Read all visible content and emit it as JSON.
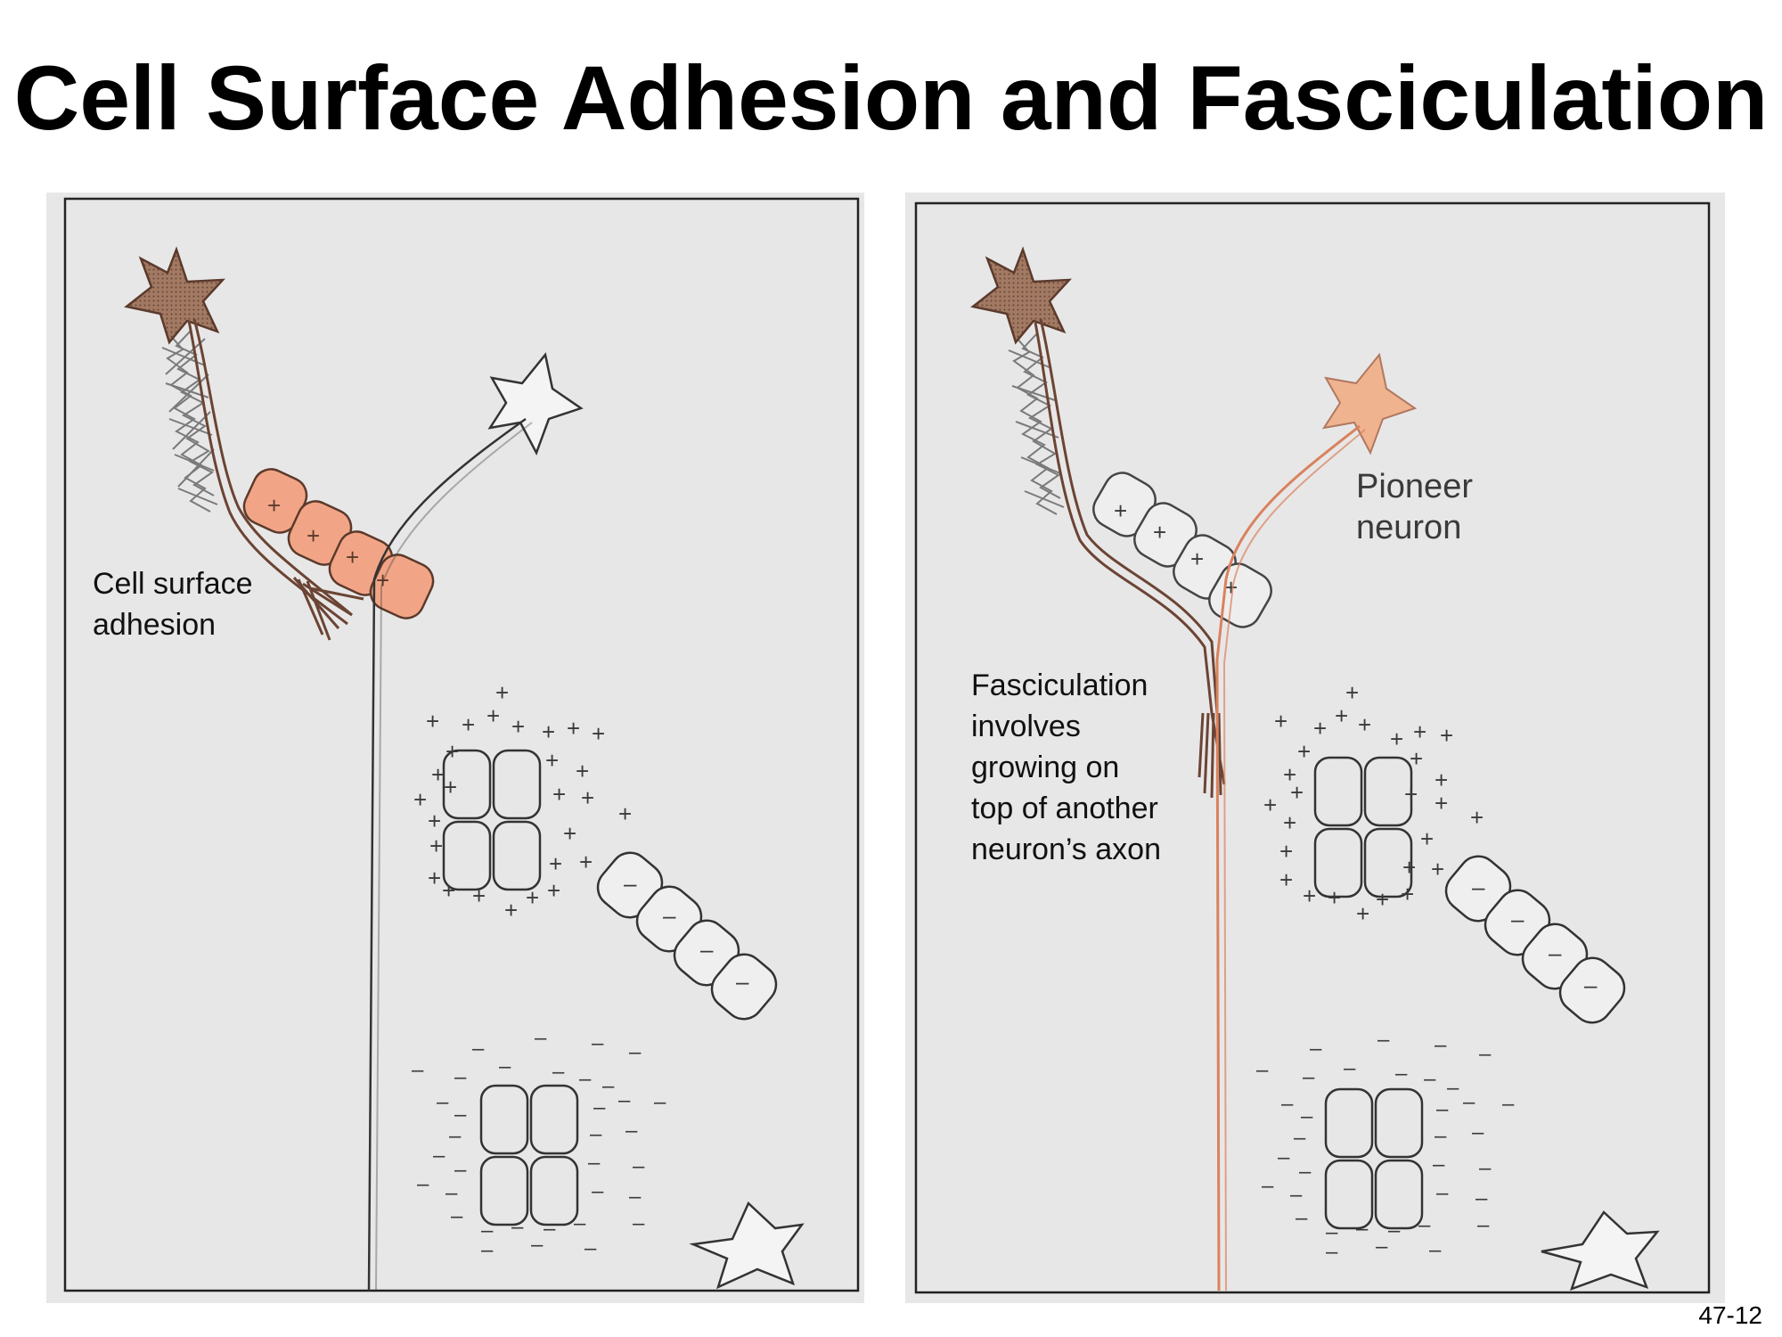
{
  "title": "Cell Surface Adhesion and Fasciculation",
  "slide_number": "47-12",
  "left_panel": {
    "label_line1": "Cell surface",
    "label_line2": "adhesion"
  },
  "right_panel": {
    "pioneer_line1": "Pioneer",
    "pioneer_line2": "neuron",
    "fasc_lines": [
      "Fasciculation",
      "involves",
      "growing on",
      "top of another",
      "neuron’s axon"
    ]
  },
  "colors": {
    "neuron_brown": "#8a5a48",
    "adhesion_orange": "#f2a889",
    "pioneer_orange": "#f0b590",
    "panel_bg": "#e7e6e6"
  }
}
